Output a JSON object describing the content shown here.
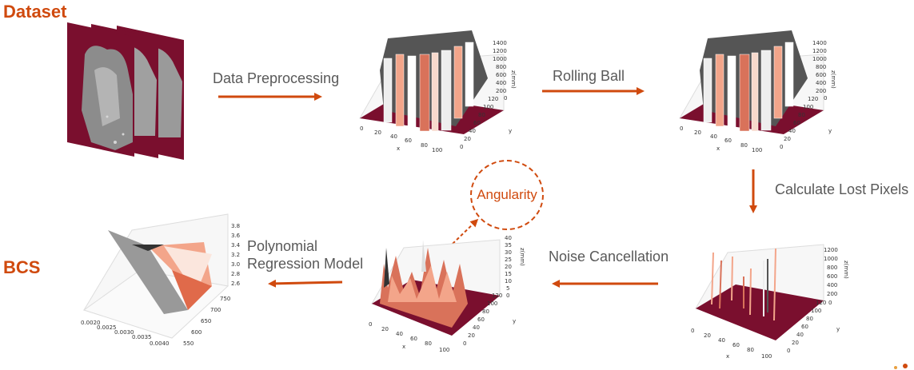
{
  "titles": {
    "dataset": "Dataset",
    "bcs": "BCS"
  },
  "steps": {
    "preprocessing": "Data Preprocessing",
    "rolling_ball": "Rolling Ball",
    "lost_pixels": "Calculate Lost Pixels",
    "noise": "Noise Cancellation",
    "poly_line1": "Polynomial",
    "poly_line2": "Regression Model"
  },
  "badge": "Angularity",
  "colors": {
    "accent": "#d04a0e",
    "maroon": "#7a0f2e",
    "salmon": "#f3a58a"
  },
  "plot1": {
    "x_ticks": [
      "0",
      "20",
      "40",
      "60",
      "80",
      "100"
    ],
    "y_ticks": [
      "0",
      "20",
      "40",
      "60",
      "80",
      "100",
      "120"
    ],
    "z_ticks": [
      "0",
      "200",
      "400",
      "600",
      "800",
      "1000",
      "1200",
      "1400"
    ],
    "xlabel": "x",
    "ylabel": "y",
    "zlabel": "z(mm)"
  },
  "plot2": {
    "x_ticks": [
      "0",
      "20",
      "40",
      "60",
      "80",
      "100"
    ],
    "y_ticks": [
      "0",
      "20",
      "40",
      "60",
      "80",
      "100",
      "120"
    ],
    "z_ticks": [
      "0",
      "200",
      "400",
      "600",
      "800",
      "1000",
      "1200",
      "1400"
    ],
    "xlabel": "x",
    "ylabel": "y",
    "zlabel": "z(mm)"
  },
  "plot3": {
    "x_ticks": [
      "0",
      "20",
      "40",
      "60",
      "80",
      "100"
    ],
    "y_ticks": [
      "0",
      "20",
      "40",
      "60",
      "80",
      "100",
      "120"
    ],
    "z_ticks": [
      "0",
      "200",
      "400",
      "600",
      "800",
      "1000",
      "1200"
    ],
    "xlabel": "x",
    "ylabel": "y",
    "zlabel": "z(mm)"
  },
  "plot4": {
    "x_ticks": [
      "0",
      "20",
      "40",
      "60",
      "80",
      "100"
    ],
    "y_ticks": [
      "0",
      "20",
      "40",
      "60",
      "80",
      "100",
      "120"
    ],
    "z_ticks": [
      "0",
      "5",
      "10",
      "15",
      "20",
      "25",
      "30",
      "35",
      "40"
    ],
    "xlabel": "x",
    "ylabel": "y",
    "zlabel": "z(mm)"
  },
  "plot5": {
    "x_ticks": [
      "0.0020",
      "0.0025",
      "0.0030",
      "0.0035",
      "0.0040"
    ],
    "y_ticks": [
      "550",
      "600",
      "650",
      "700",
      "750"
    ],
    "z_ticks": [
      "2.6",
      "2.8",
      "3.0",
      "3.2",
      "3.4",
      "3.6",
      "3.8"
    ]
  }
}
